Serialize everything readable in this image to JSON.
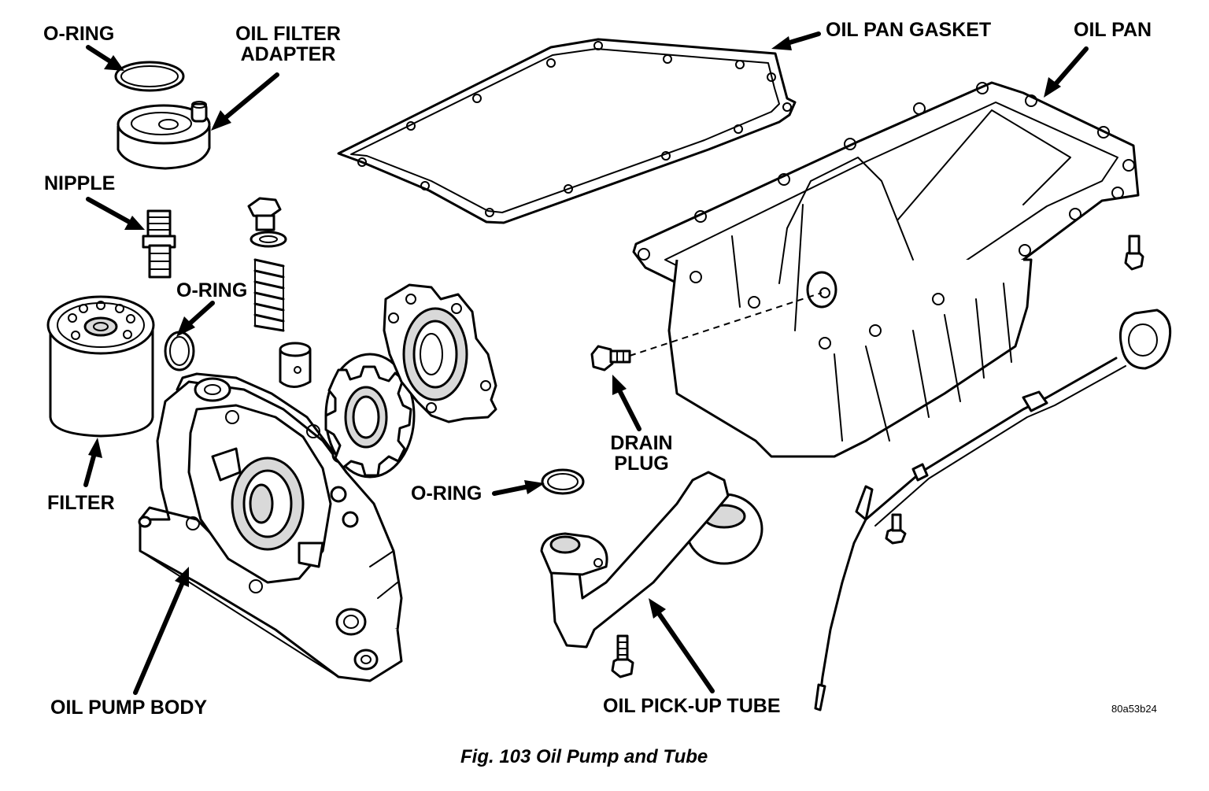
{
  "labels": {
    "o_ring_top": "O-RING",
    "oil_filter_adapter_line1": "OIL FILTER",
    "oil_filter_adapter_line2": "ADAPTER",
    "nipple": "NIPPLE",
    "o_ring_middle": "O-RING",
    "filter": "FILTER",
    "oil_pump_body": "OIL PUMP BODY",
    "oil_pan_gasket": "OIL PAN GASKET",
    "oil_pan": "OIL PAN",
    "drain_plug_line1": "DRAIN",
    "drain_plug_line2": "PLUG",
    "o_ring_lower": "O-RING",
    "oil_pickup_tube": "OIL PICK-UP TUBE"
  },
  "figure_code": "80a53b24",
  "caption": "Fig. 103 Oil Pump and Tube"
}
